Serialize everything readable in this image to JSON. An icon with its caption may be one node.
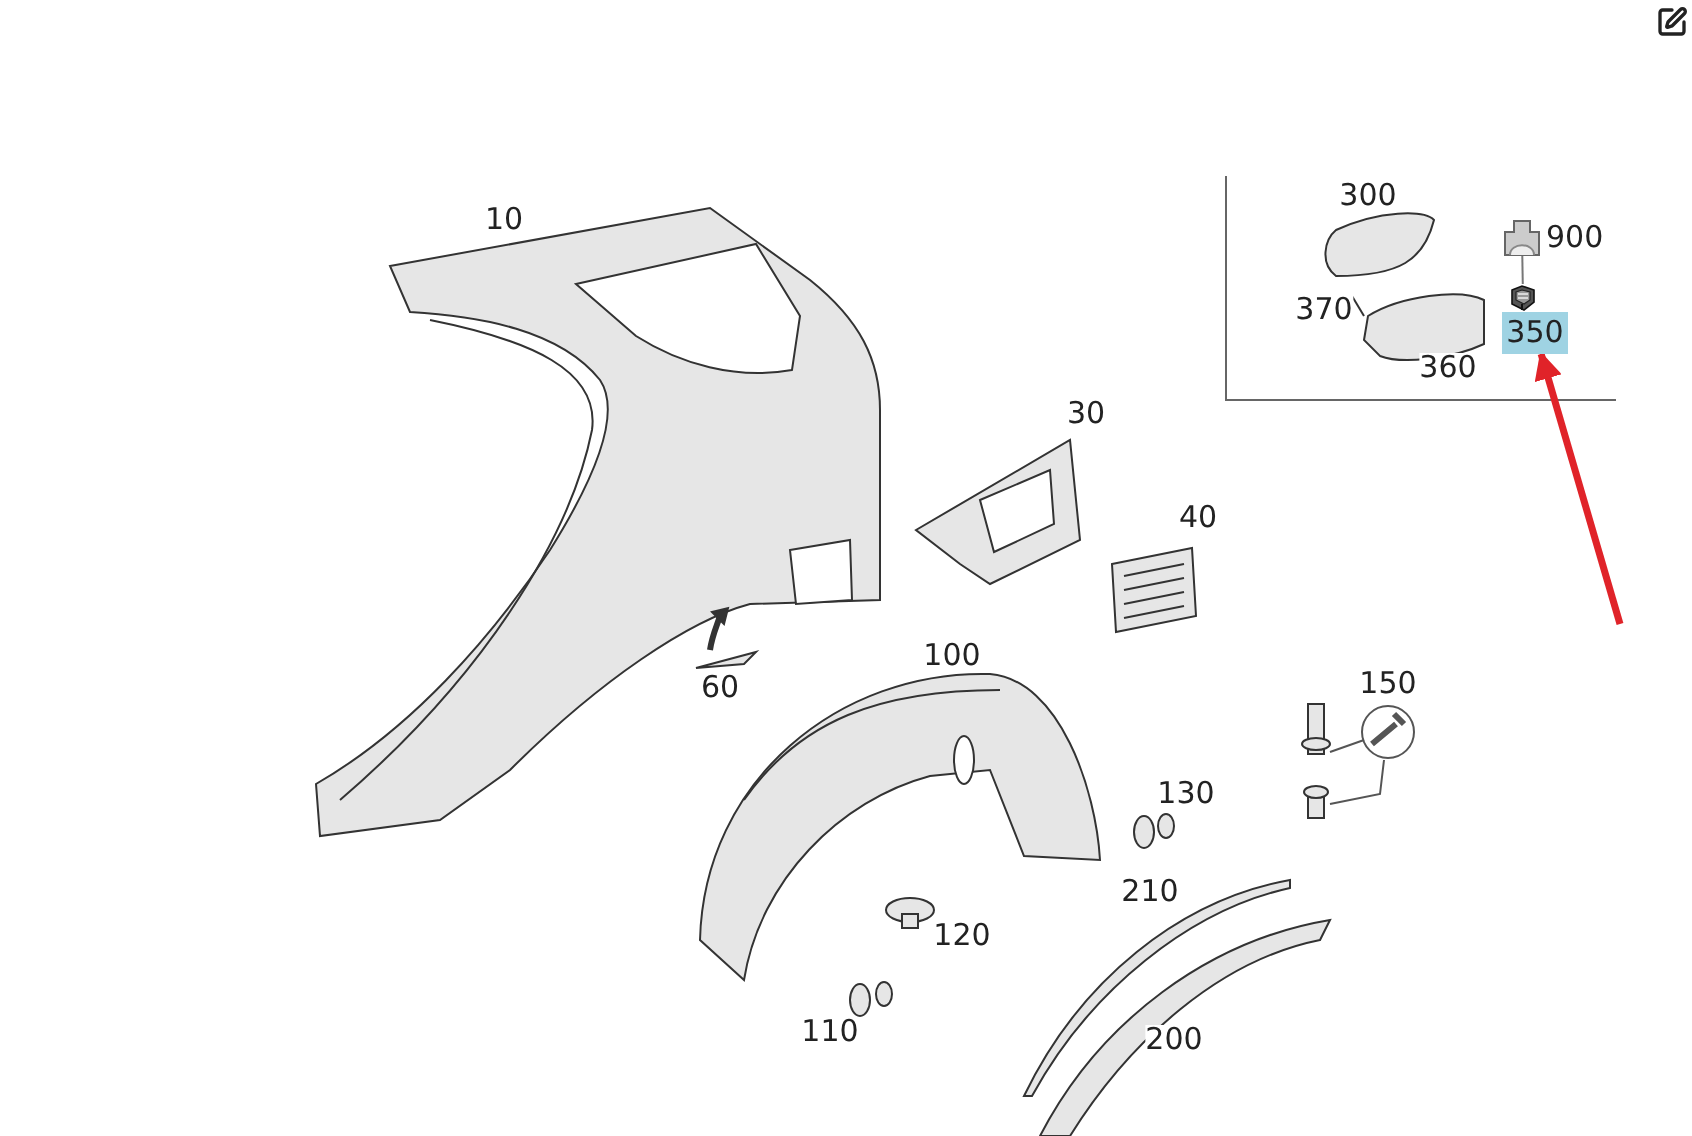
{
  "diagram": {
    "nodes": [
      {
        "text": [
          "350"
        ]
      },
      {
        "text": [],
        "shape": "picture",
        "beside": [
          "900"
        ]
      },
      {
        "text": [],
        "shape": "picture"
      }
    ],
    "edges": [
      {
        "from": null,
        "to": 0,
        "arrow": "to",
        "style": "thick",
        "color": "#e02329"
      },
      {
        "from": 1,
        "to": 2,
        "arrow": "none",
        "color": "#777777"
      }
    ],
    "labels": [
      "10",
      "300",
      "370",
      "360",
      "30",
      "40",
      "60",
      "100",
      "150",
      "130",
      "210",
      "120",
      "110",
      "200"
    ]
  }
}
